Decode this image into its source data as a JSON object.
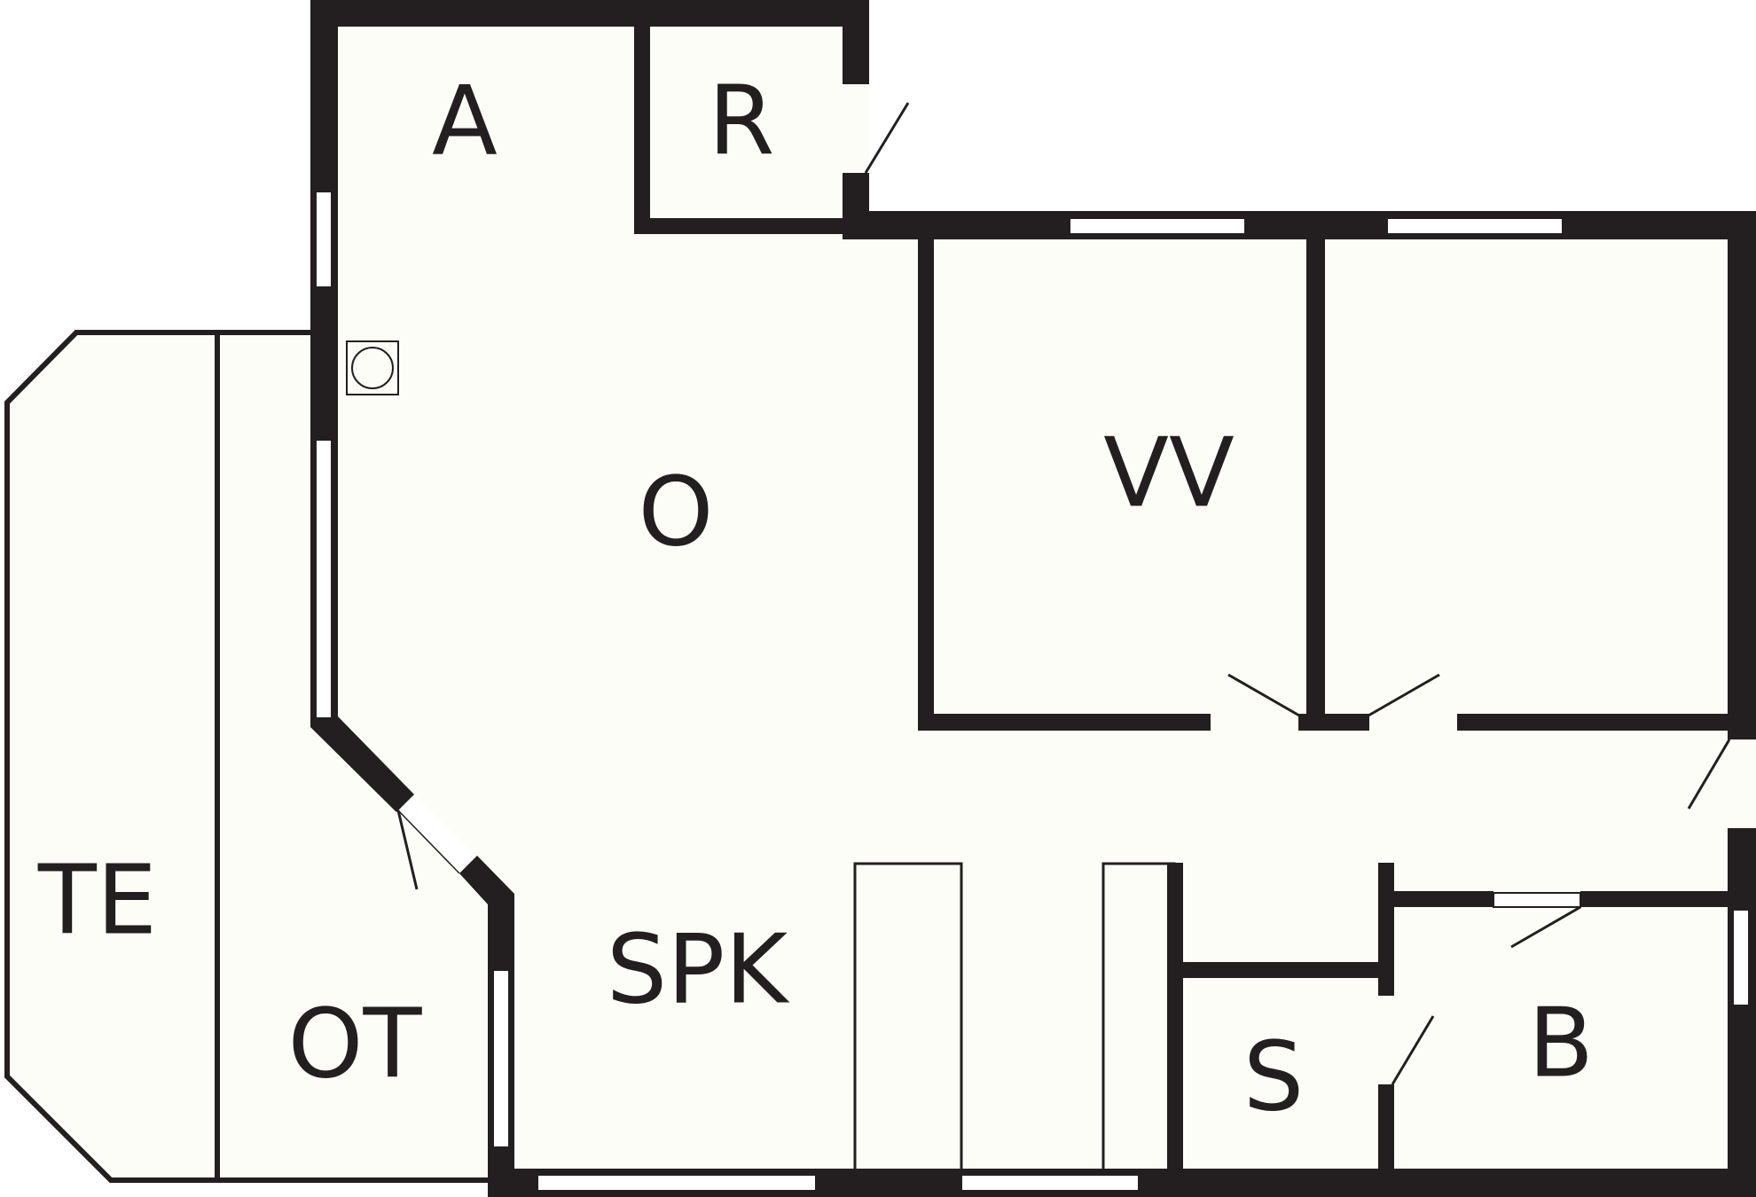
{
  "floorplan": {
    "colors": {
      "wall": "#231f20",
      "floor": "#fdfdf8",
      "window": "#ffffff"
    },
    "rooms": {
      "a": "A",
      "r": "R",
      "o": "O",
      "vv": "VV",
      "te": "TE",
      "ot": "OT",
      "spk": "SPK",
      "s": "S",
      "b": "B"
    },
    "fixtures": [
      "fireplace-icon",
      "door-swing-icon",
      "window-icon"
    ]
  }
}
